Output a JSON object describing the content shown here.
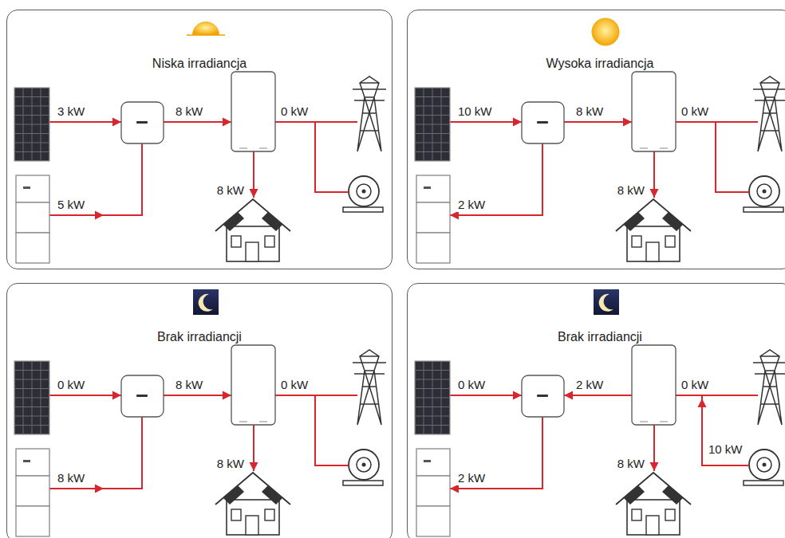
{
  "diagram": {
    "nodes": [
      {
        "text": [
          "Niska irradiancja"
        ]
      },
      {
        "text": [
          "Wysoka irradiancja"
        ]
      },
      {
        "text": [
          "Brak irradiancji"
        ]
      },
      {
        "text": [
          "Brak irradiancji"
        ]
      }
    ],
    "labels": [
      "3 kW",
      "8 kW",
      "0 kW",
      "5 kW",
      "8 kW",
      "10 kW",
      "8 kW",
      "0 kW",
      "2 kW",
      "8 kW",
      "0 kW",
      "8 kW",
      "0 kW",
      "8 kW",
      "8 kW",
      "0 kW",
      "2 kW",
      "0 kW",
      "2 kW",
      "8 kW",
      "10 kW"
    ]
  }
}
